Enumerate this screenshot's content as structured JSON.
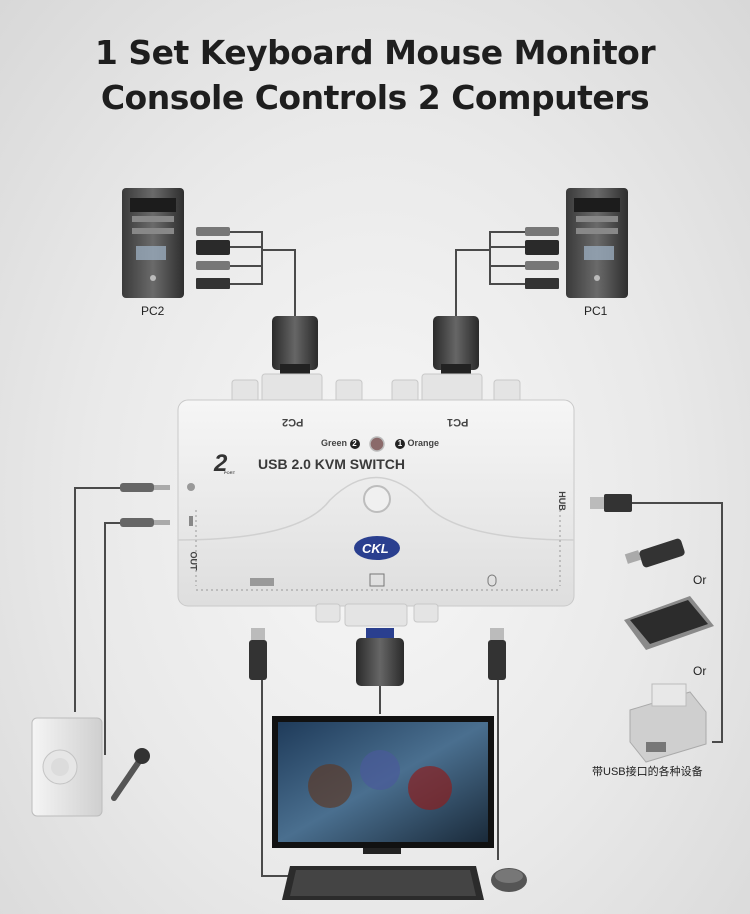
{
  "headline": {
    "line1": "1 Set Keyboard Mouse Monitor",
    "line2": "Console Controls 2 Computers"
  },
  "computers": {
    "left_label": "PC2",
    "right_label": "PC1"
  },
  "switch": {
    "port_left": "PC2",
    "port_right": "PC1",
    "led_left": "Green",
    "led_left_num": "2",
    "led_right": "Orange",
    "led_right_num": "1",
    "port_count": "2",
    "port_word": "PORT",
    "title": "USB 2.0 KVM SWITCH",
    "hub_label": "HUB",
    "out_label": "OUT",
    "brand": "CKL"
  },
  "usb_devices": {
    "or1": "Or",
    "or2": "Or",
    "caption": "带USB接口的各种设备"
  },
  "colors": {
    "switch_body": "#eeeeee",
    "cable": "#4a4a4a",
    "vga_blue": "#2a3f8f",
    "led": "#8a6a6a"
  }
}
